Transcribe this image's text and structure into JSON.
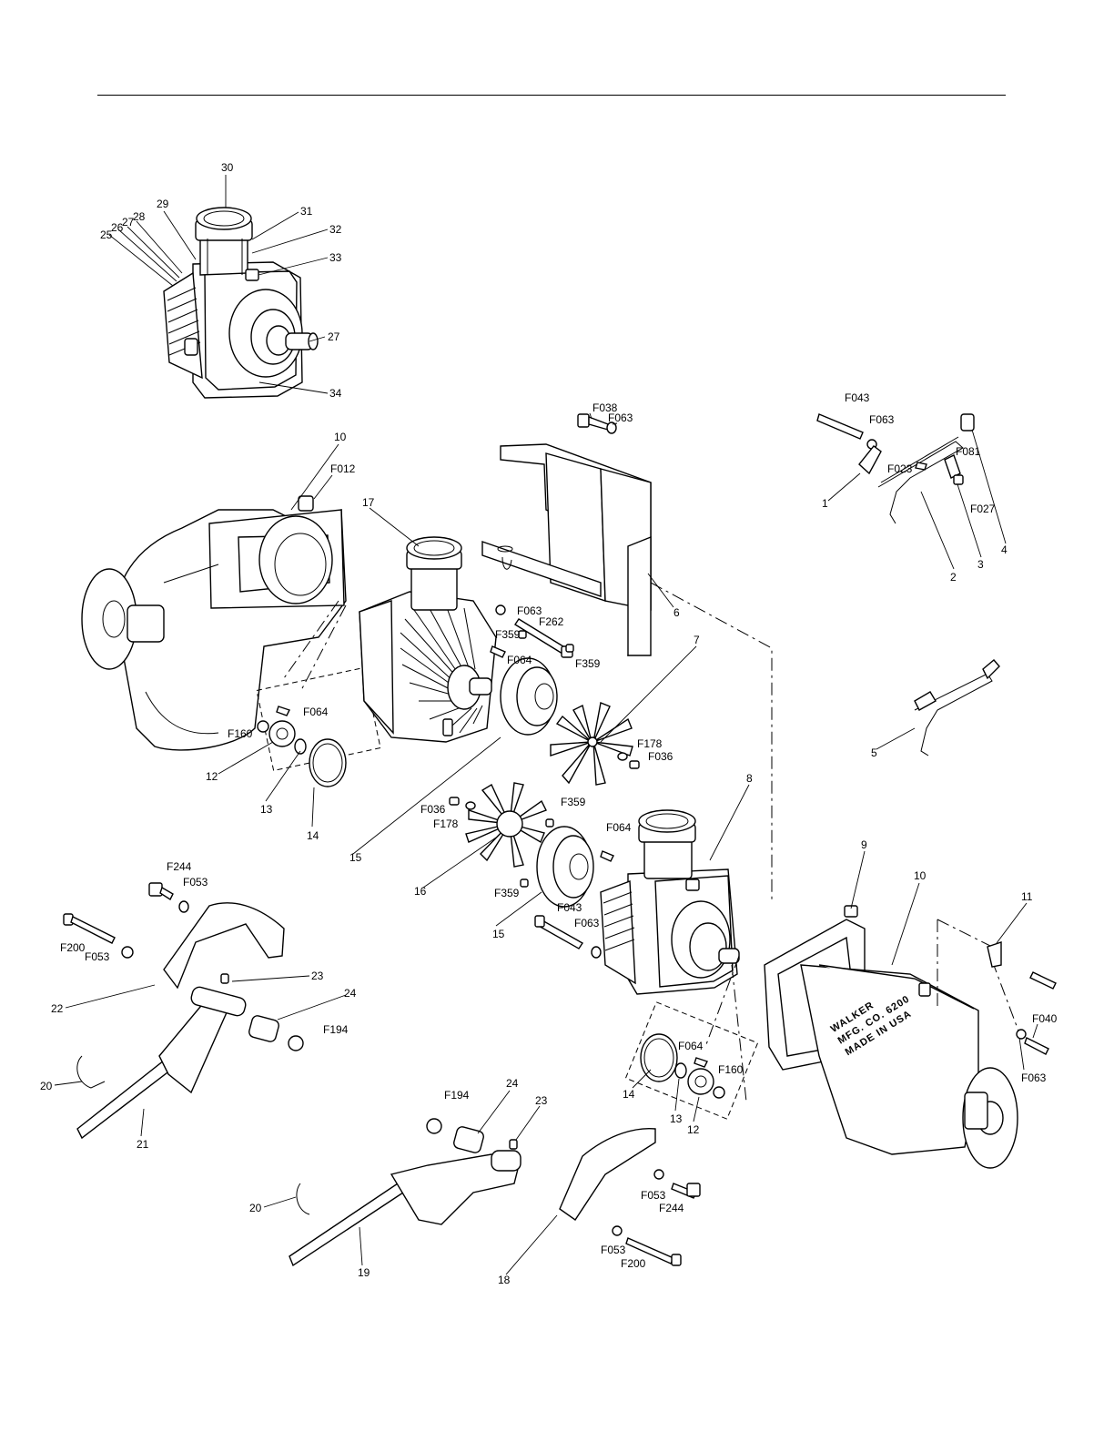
{
  "callouts": {
    "c1": "1",
    "c2": "2",
    "c3": "3",
    "c4": "4",
    "c5": "5",
    "c6": "6",
    "c7": "7",
    "c8": "8",
    "c9": "9",
    "c10a": "10",
    "c10b": "10",
    "c11": "11",
    "c12a": "12",
    "c12b": "12",
    "c13a": "13",
    "c13b": "13",
    "c14a": "14",
    "c14b": "14",
    "c15a": "15",
    "c15b": "15",
    "c16": "16",
    "c17": "17",
    "c18": "18",
    "c19": "19",
    "c20a": "20",
    "c20b": "20",
    "c21": "21",
    "c22": "22",
    "c23a": "23",
    "c23b": "23",
    "c24a": "24",
    "c24b": "24",
    "c25": "25",
    "c26": "26",
    "c27a": "27",
    "c27b": "27",
    "c28": "28",
    "c29": "29",
    "c30": "30",
    "c31": "31",
    "c32": "32",
    "c33": "33",
    "c34": "34",
    "f012": "F012",
    "f023": "F023",
    "f027": "F027",
    "f036a": "F036",
    "f036b": "F036",
    "f038": "F038",
    "f040": "F040",
    "f043a": "F043",
    "f043b": "F043",
    "f053a": "F053",
    "f053b": "F053",
    "f053c": "F053",
    "f053d": "F053",
    "f063a": "F063",
    "f063b": "F063",
    "f063c": "F063",
    "f063d": "F063",
    "f063e": "F063",
    "f064a": "F064",
    "f064b": "F064",
    "f064c": "F064",
    "f064d": "F064",
    "f081": "F081",
    "f160a": "F160",
    "f160b": "F160",
    "f178a": "F178",
    "f178b": "F178",
    "f194a": "F194",
    "f194b": "F194",
    "f200a": "F200",
    "f200b": "F200",
    "f244a": "F244",
    "f244b": "F244",
    "f262": "F262",
    "f359a": "F359",
    "f359b": "F359",
    "f359c": "F359",
    "f359d": "F359"
  },
  "gearbox_casting": {
    "line1": "WALKER",
    "line2": "MFG. CO. 6200",
    "line3": "MADE IN USA"
  }
}
